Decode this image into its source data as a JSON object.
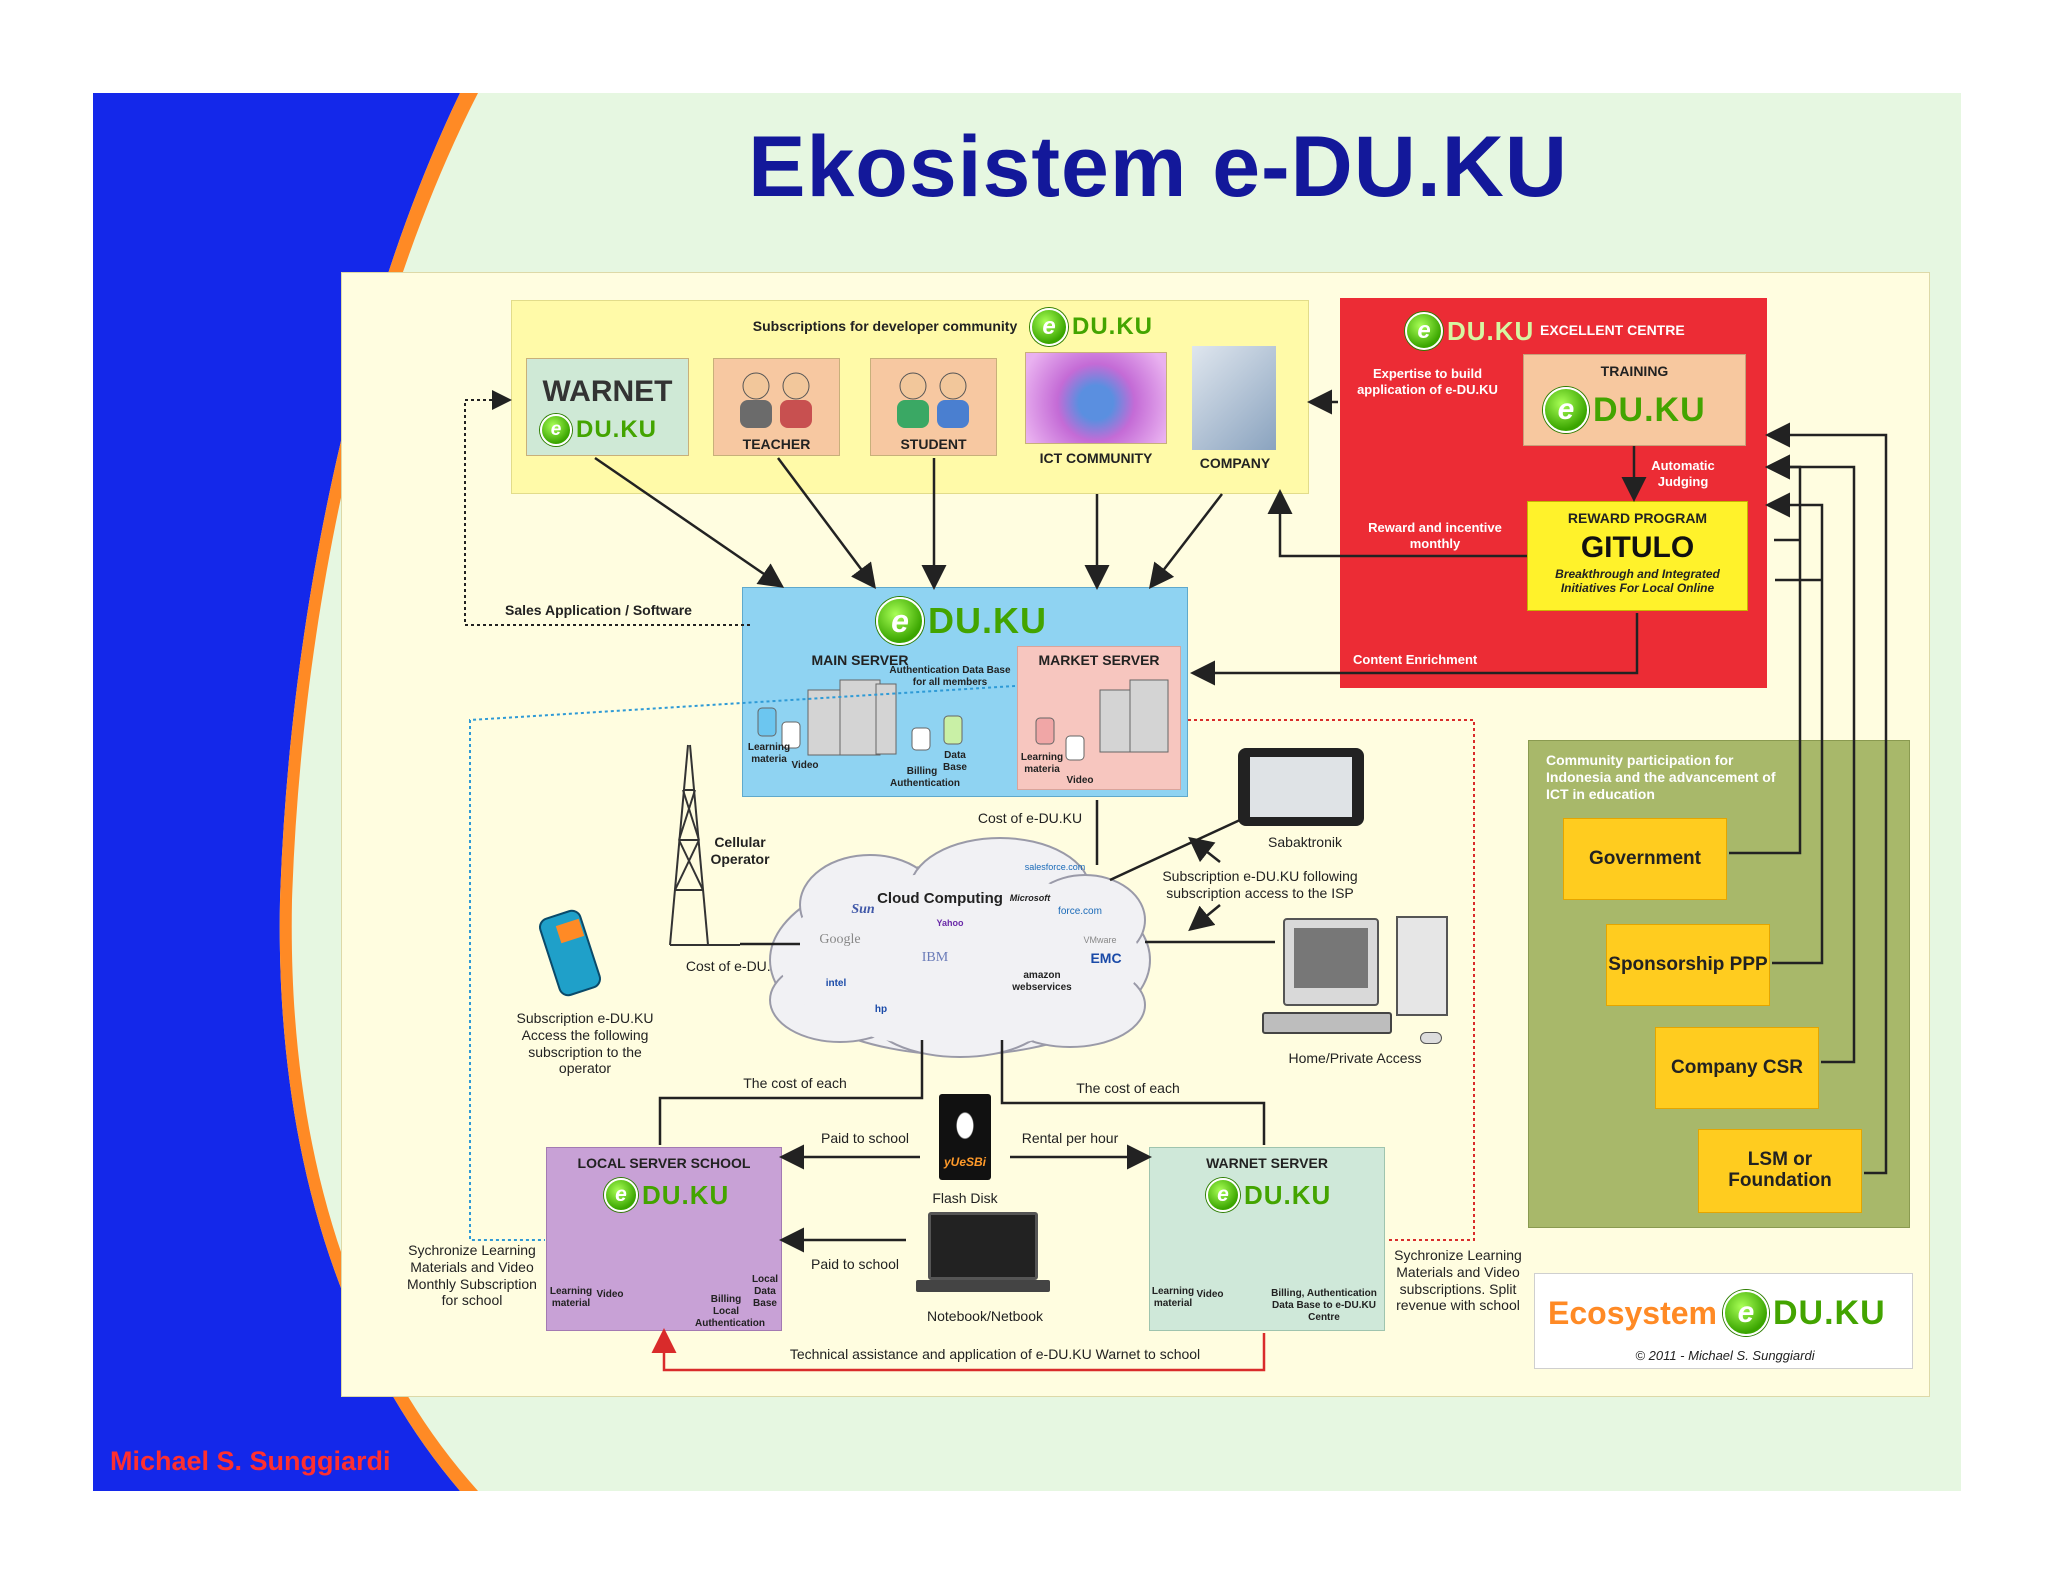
{
  "title": "Ekosistem e-DU.KU",
  "author": "Michael S. Sunggiardi",
  "logo": {
    "e": "e",
    "text": "DU.KU"
  },
  "developer_community": {
    "header": "Subscriptions for developer community",
    "warnet": "WARNET",
    "teacher": "TEACHER",
    "student": "STUDENT",
    "ict": "ICT COMMUNITY",
    "company": "COMPANY"
  },
  "excellent_centre": {
    "header": "EXCELLENT CENTRE",
    "expertise": "Expertise to build application of e-DU.KU",
    "training": "TRAINING",
    "judging": "Automatic Judging",
    "reward_text": "Reward and incentive monthly",
    "reward_title": "REWARD PROGRAM",
    "gitulo": "GITULO",
    "gitulo_sub": "Breakthrough and Integrated Initiatives For Local Online",
    "content": "Content Enrichment"
  },
  "main_server": {
    "title": "MAIN SERVER",
    "auth": "Authentication Data Base for all members",
    "learning": "Learning materia",
    "video": "Video",
    "data": "Data",
    "billing": "Billing",
    "base": "Base",
    "authentication": "Authentication"
  },
  "market_server": {
    "title": "MARKET SERVER",
    "learning": "Learning materia",
    "video": "Video"
  },
  "sales": "Sales Application / Software",
  "cellular": "Cellular Operator",
  "cost1": "Cost of e-DU.KU",
  "cost2": "Cost of e-DU.KU",
  "sabaktronik": "Sabaktronik",
  "subscription_isp": "Subscription e-DU.KU following subscription access to the ISP",
  "cloud": {
    "title": "Cloud Computing",
    "brands": [
      "Google",
      "Sun",
      "IBM",
      "Microsoft",
      "amazon webservices",
      "EMC",
      "Yahoo",
      "salesforce.com",
      "force.com",
      "intel",
      "hp",
      "VMware"
    ]
  },
  "home_access": "Home/Private Access",
  "subscription_operator": "Subscription e-DU.KU Access the following subscription to the operator",
  "cost_each_left": "The cost of each",
  "cost_each_right": "The cost of each",
  "paid_school_1": "Paid to school",
  "rental": "Rental per hour",
  "yuesbi": "yUeSBi",
  "flash_disk": "Flash Disk",
  "paid_school_2": "Paid to school",
  "notebook": "Notebook/Netbook",
  "local_server": {
    "title": "LOCAL SERVER SCHOOL",
    "learning": "Learning material",
    "video": "Video",
    "billing": "Billing",
    "local1": "Local",
    "data": "Data",
    "base": "Base",
    "local2": "Local",
    "auth": "Authentication"
  },
  "warnet_server": {
    "title": "WARNET SERVER",
    "learning": "Learning material",
    "video": "Video",
    "billing": "Billing, Authentication Data Base to e-DU.KU Centre"
  },
  "sync_left": "Sychronize Learning Materials and Video Monthly Subscription for school",
  "sync_right": "Sychronize Learning Materials and Video subscriptions. Split revenue with school",
  "technical": "Technical assistance and application of e-DU.KU Warnet to school",
  "community": {
    "header": "Community participation for Indonesia and the advancement of ICT in education",
    "government": "Government",
    "sponsorship": "Sponsorship PPP",
    "company_csr": "Company CSR",
    "lsm": "LSM or Foundation"
  },
  "ecosystem": {
    "label": "Ecosystem",
    "copyright": "© 2011 - Michael S. Sunggiardi"
  },
  "colors": {
    "blue": "#1428ea",
    "orange": "#ff8a25",
    "title": "#13189a",
    "red": "#ec2c35",
    "yellow": "#fff22b",
    "olive": "#a8b86a",
    "server_blue": "#8fd3f2",
    "market_pink": "#f7c6bf",
    "local_purple": "#c8a1d6",
    "warnet_green": "#cfe8d9"
  }
}
